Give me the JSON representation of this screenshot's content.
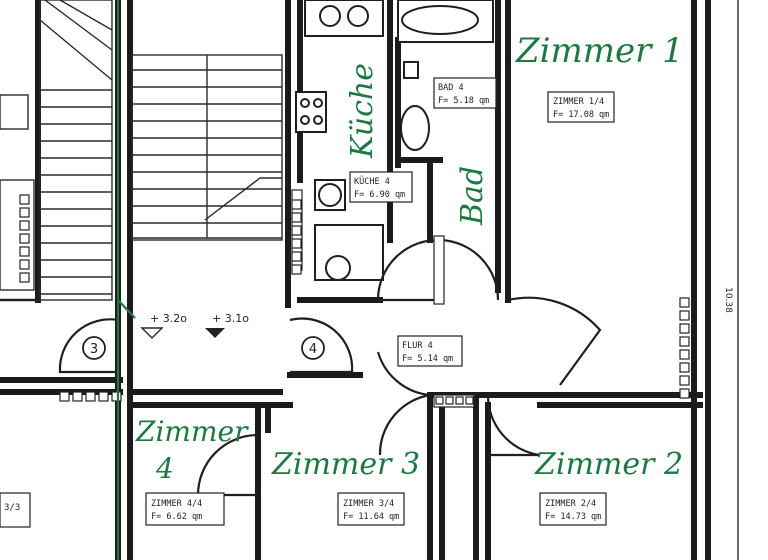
{
  "labels": {
    "zimmer1": "Zimmer 1",
    "zimmer2": "Zimmer 2",
    "zimmer3": "Zimmer 3",
    "zimmer4_line1": "Zimmer",
    "zimmer4_line2": "4",
    "kueche": "Küche",
    "bad": "Bad"
  },
  "stamps": {
    "z1": {
      "name": "ZIMMER 1/4",
      "area": "F= 17.08 qm"
    },
    "z2": {
      "name": "ZIMMER 2/4",
      "area": "F= 14.73 qm"
    },
    "z3": {
      "name": "ZIMMER 3/4",
      "area": "F= 11.64 qm"
    },
    "z4": {
      "name": "ZIMMER 4/4",
      "area": "F= 6.62 qm"
    },
    "kueche": {
      "name": "KÜCHE 4",
      "area": "F= 6.90 qm"
    },
    "bad": {
      "name": "BAD 4",
      "area": "F= 5.18 qm"
    },
    "flur": {
      "name": "FLUR 4",
      "area": "F= 5.14 qm"
    },
    "z33": {
      "name": "3/3"
    }
  },
  "markers": {
    "door3": "3",
    "door4": "4",
    "level1": "+ 3.2o",
    "level2": "+ 3.1o",
    "dimension": "10.38"
  },
  "colors": {
    "ink": "#1b1b1b",
    "handwriting": "#1a7b40",
    "paper": "#ffffff"
  }
}
